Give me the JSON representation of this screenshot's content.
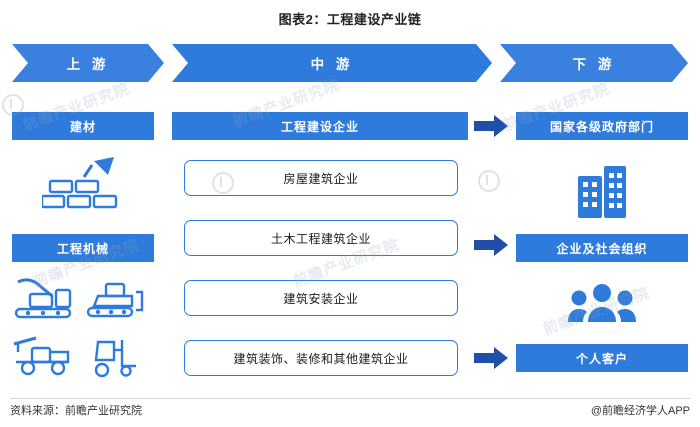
{
  "title": "图表2：工程建设产业链",
  "header": {
    "upstream": "上 游",
    "midstream": "中 游",
    "downstream": "下 游"
  },
  "upstream": {
    "items": [
      {
        "label": "建材",
        "icons": [
          "bricks-trowel-icon"
        ]
      },
      {
        "label": "工程机械",
        "icons": [
          "excavator-icon",
          "bulldozer-icon",
          "crane-truck-icon",
          "forklift-icon"
        ]
      }
    ]
  },
  "midstream": {
    "header": "工程建设企业",
    "items": [
      "房屋建筑企业",
      "土木工程建筑企业",
      "建筑安装企业",
      "建筑装饰、装修和其他建筑企业"
    ]
  },
  "downstream": {
    "items": [
      {
        "label": "国家各级政府部门",
        "icon": "government-building-icon"
      },
      {
        "label": "企业及社会组织",
        "icon": "people-group-icon"
      },
      {
        "label": "个人客户",
        "icon": "person-icon"
      }
    ],
    "arrows": [
      "arrow-right-icon",
      "arrow-right-icon",
      "arrow-right-icon"
    ]
  },
  "footer": {
    "source": "资料来源：前瞻产业研究院",
    "credit": "@前瞻经济学人APP"
  },
  "watermarks": {
    "texts": [
      "前瞻产业研究院",
      "前瞻产业研究院",
      "前瞻产业研究院",
      "前瞻产业研究院",
      "前瞻产业研究院",
      "前瞻产业研究院"
    ]
  },
  "colors": {
    "primary": "#2f7bdc",
    "primary_light": "#3a80de",
    "arrow": "#1f4fa8",
    "text": "#1a1a1a"
  }
}
